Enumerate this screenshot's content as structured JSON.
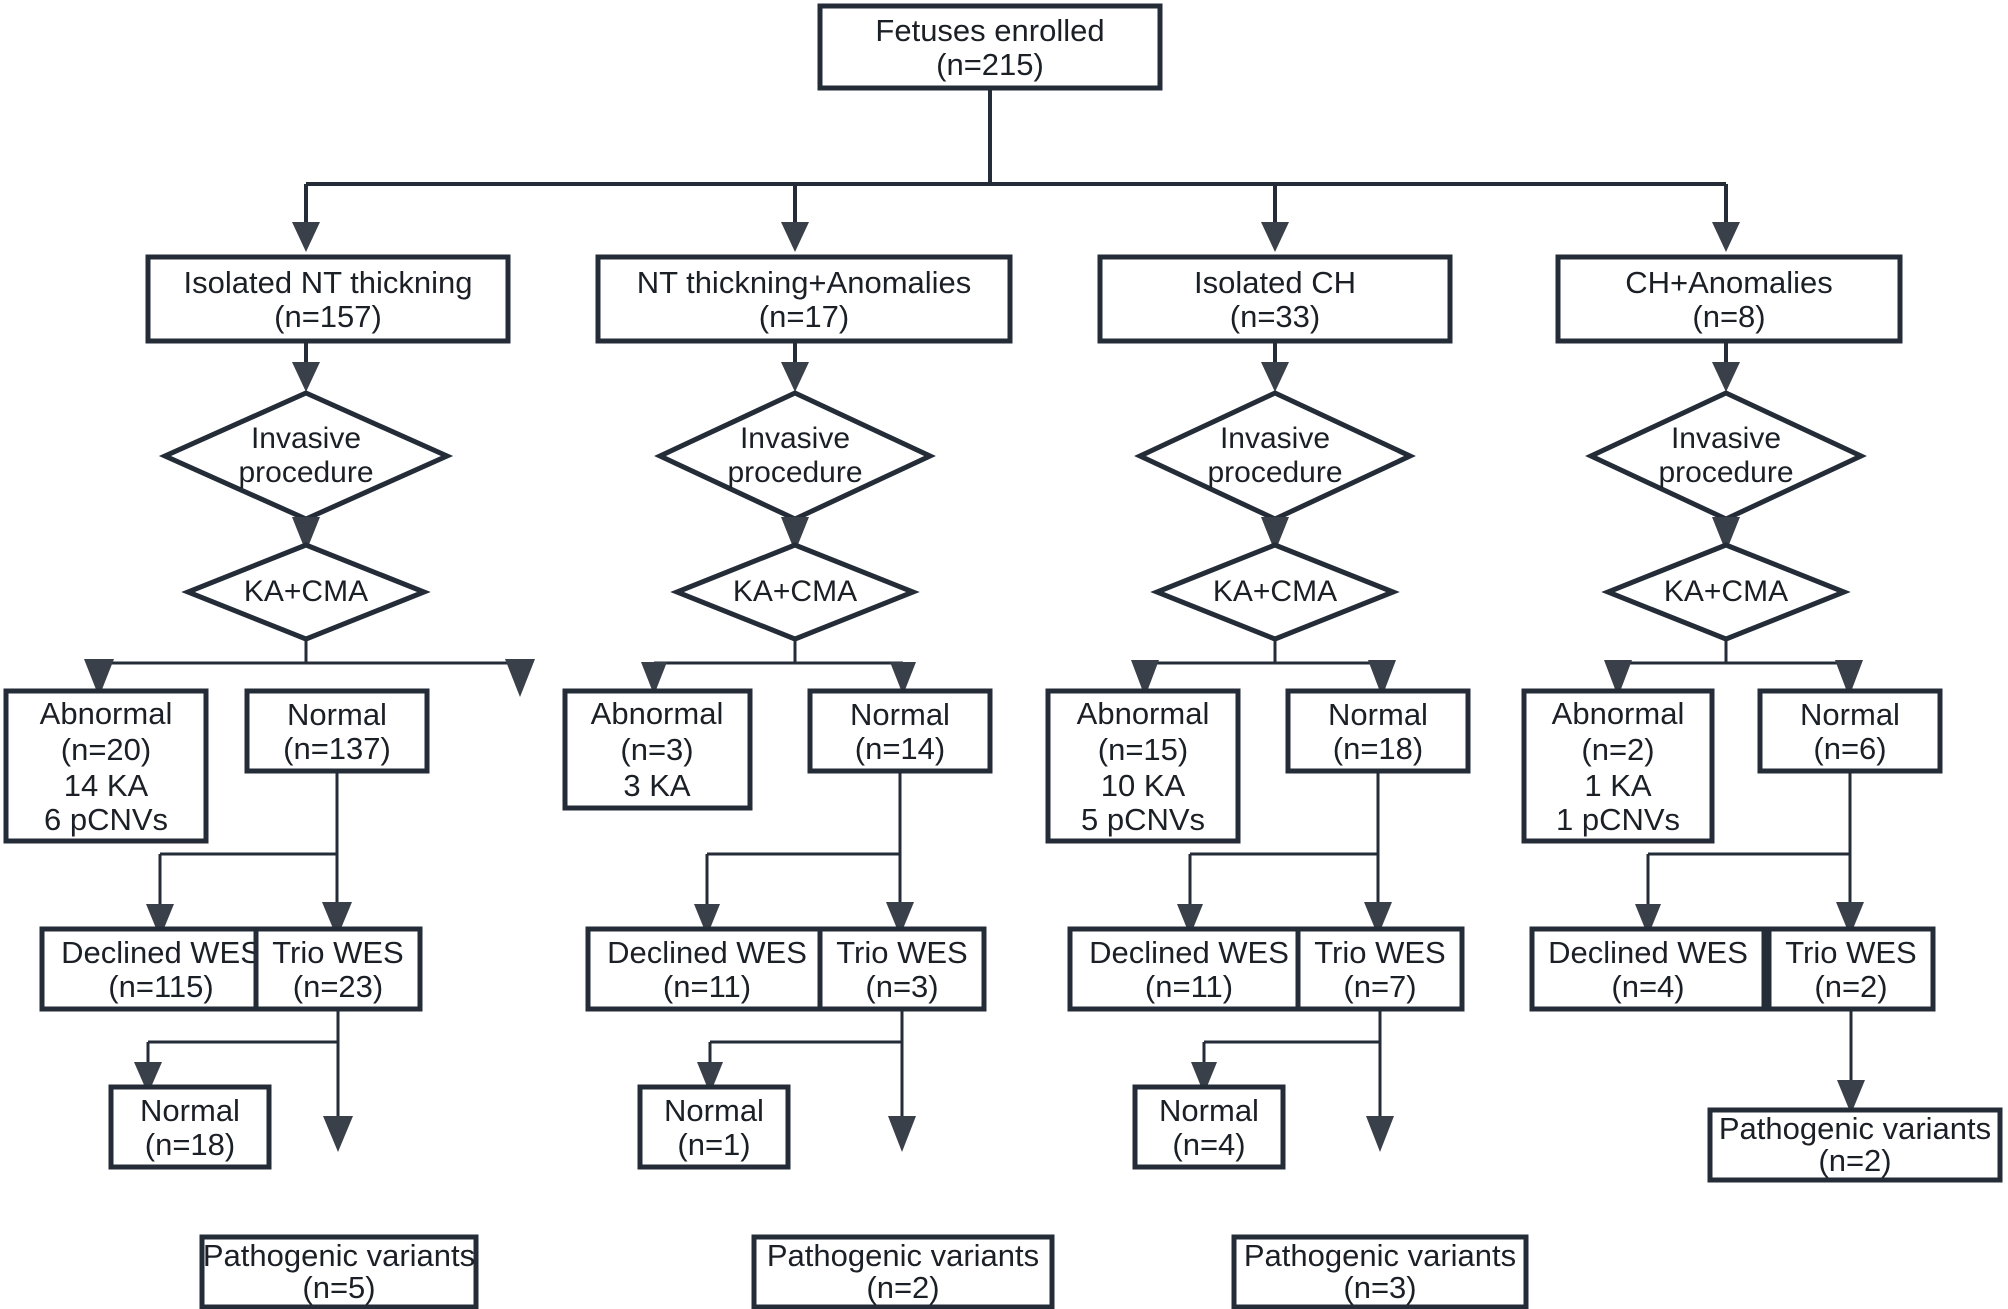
{
  "diagram": {
    "type": "flowchart",
    "title": "Fetal cohort enrollment and genetic testing flow",
    "colors": {
      "stroke": "#242c38",
      "text": "#1b1f26",
      "background": "#ffffff",
      "arrow_fill": "#3a4049"
    },
    "nodes": {
      "root": {
        "shape": "box",
        "line1": "Fetuses enrolled",
        "line2": "(n=215)"
      },
      "groups": [
        {
          "key": "isolated-nt",
          "title": "Isolated NT thickning",
          "count": "(n=157)",
          "diamond1": {
            "line1": "Invasive",
            "line2": "procedure"
          },
          "diamond2": {
            "line1": "KA+CMA"
          },
          "abnormal": {
            "line1": "Abnormal",
            "line2": "(n=20)",
            "line3": "14 KA",
            "line4": "6 pCNVs"
          },
          "normal": {
            "line1": "Normal",
            "line2": "(n=137)"
          },
          "declined_wes": {
            "line1": "Declined WES",
            "line2": "(n=115)"
          },
          "trio_wes": {
            "line1": "Trio WES",
            "line2": "(n=23)"
          },
          "wes_normal": {
            "line1": "Normal",
            "line2": "(n=18)"
          },
          "pathogenic": {
            "line1": "Pathogenic variants",
            "line2": "(n=5)"
          }
        },
        {
          "key": "nt-anomalies",
          "title": "NT thickning+Anomalies",
          "count": "(n=17)",
          "diamond1": {
            "line1": "Invasive",
            "line2": "procedure"
          },
          "diamond2": {
            "line1": "KA+CMA"
          },
          "abnormal": {
            "line1": "Abnormal",
            "line2": "(n=3)",
            "line3": "3 KA",
            "line4": ""
          },
          "normal": {
            "line1": "Normal",
            "line2": "(n=14)"
          },
          "declined_wes": {
            "line1": "Declined WES",
            "line2": "(n=11)"
          },
          "trio_wes": {
            "line1": "Trio WES",
            "line2": "(n=3)"
          },
          "wes_normal": {
            "line1": "Normal",
            "line2": "(n=1)"
          },
          "pathogenic": {
            "line1": "Pathogenic variants",
            "line2": "(n=2)"
          }
        },
        {
          "key": "isolated-ch",
          "title": "Isolated CH",
          "count": "(n=33)",
          "diamond1": {
            "line1": "Invasive",
            "line2": "procedure"
          },
          "diamond2": {
            "line1": "KA+CMA"
          },
          "abnormal": {
            "line1": "Abnormal",
            "line2": "(n=15)",
            "line3": "10 KA",
            "line4": "5 pCNVs"
          },
          "normal": {
            "line1": "Normal",
            "line2": "(n=18)"
          },
          "declined_wes": {
            "line1": "Declined WES",
            "line2": "(n=11)"
          },
          "trio_wes": {
            "line1": "Trio WES",
            "line2": "(n=7)"
          },
          "wes_normal": {
            "line1": "Normal",
            "line2": "(n=4)"
          },
          "pathogenic": {
            "line1": "Pathogenic variants",
            "line2": "(n=3)"
          }
        },
        {
          "key": "ch-anomalies",
          "title": "CH+Anomalies",
          "count": "(n=8)",
          "diamond1": {
            "line1": "Invasive",
            "line2": "procedure"
          },
          "diamond2": {
            "line1": "KA+CMA"
          },
          "abnormal": {
            "line1": "Abnormal",
            "line2": "(n=2)",
            "line3": "1 KA",
            "line4": "1 pCNVs"
          },
          "normal": {
            "line1": "Normal",
            "line2": "(n=6)"
          },
          "declined_wes": {
            "line1": "Declined WES",
            "line2": "(n=4)"
          },
          "trio_wes": {
            "line1": "Trio WES",
            "line2": "(n=2)"
          },
          "wes_normal": null,
          "pathogenic": {
            "line1": "Pathogenic variants",
            "line2": "(n=2)"
          }
        }
      ]
    }
  }
}
